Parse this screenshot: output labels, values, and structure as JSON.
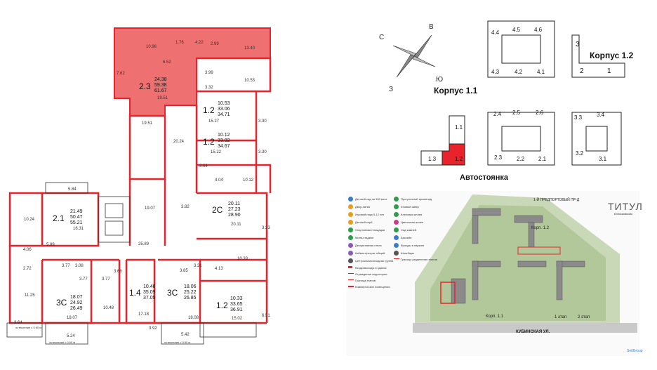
{
  "compass": {
    "n": "С",
    "e": "В",
    "s": "Ю",
    "w": "З"
  },
  "corpus_11": {
    "title": "Корпус 1.1",
    "sections": [
      "4.4",
      "4.5",
      "4.6",
      "4.3",
      "4.2",
      "4.1"
    ]
  },
  "corpus_12": {
    "title": "Корпус 1.2",
    "sections": [
      "3",
      "2",
      "1"
    ]
  },
  "parking": {
    "title": "Автостоянка",
    "sections": [
      "1.1",
      "1.3",
      "1.2"
    ]
  },
  "blocks_mid": {
    "sections": [
      "2.4",
      "2.5",
      "2.6",
      "2.3",
      "2.2",
      "2.1"
    ]
  },
  "blocks_right": {
    "sections": [
      "3.3",
      "3.4",
      "3.2",
      "3.1"
    ]
  },
  "apartments": [
    {
      "type": "2.3",
      "areas": [
        "24.38",
        "59.38",
        "61.67"
      ]
    },
    {
      "type": "1.2",
      "areas": [
        "10.53",
        "33.06",
        "34.71"
      ]
    },
    {
      "type": "1.2",
      "areas": [
        "10.12",
        "33.02",
        "34.67"
      ]
    },
    {
      "type": "2.1",
      "areas": [
        "21.49",
        "50.47",
        "55.21"
      ]
    },
    {
      "type": "2С",
      "areas": [
        "20.11",
        "27.23",
        "28.90"
      ]
    },
    {
      "type": "3С",
      "areas": [
        "18.07",
        "24.92",
        "26.49"
      ]
    },
    {
      "type": "1.4",
      "areas": [
        "10.48",
        "35.09",
        "37.05"
      ]
    },
    {
      "type": "3С",
      "areas": [
        "18.06",
        "25.22",
        "26.85"
      ]
    },
    {
      "type": "1.2",
      "areas": [
        "10.33",
        "33.65",
        "36.91"
      ]
    }
  ],
  "rooms": [
    "10.96",
    "1.76",
    "4.22",
    "2.99",
    "13.40",
    "7.62",
    "6.52",
    "3.99",
    "10.53",
    "19.51",
    "3.32",
    "15.27",
    "19.51",
    "20.24",
    "3.30",
    "15.22",
    "3.30",
    "3.64",
    "4.04",
    "10.12",
    "5.84",
    "10.24",
    "16.31",
    "3.82",
    "20.11",
    "19.07",
    "3.33",
    "4.06",
    "5.89",
    "25.89",
    "2.72",
    "3.77",
    "3.08",
    "3.66",
    "3.85",
    "3.31",
    "4.13",
    "10.33",
    "11.25",
    "3.77",
    "3.77",
    "17.18",
    "18.07",
    "10.48",
    "18.08",
    "15.02",
    "3.92",
    "3.64",
    "5.24",
    "5.42",
    "6.51"
  ],
  "balcony_notes": [
    "остекление с 0.60 м",
    "остекление с 0.60 м",
    "остекление с 0.60 м"
  ],
  "legend": [
    "Детский сад на 150 мест",
    "Двор-патио",
    "Игровой парк 5-12 лет",
    "Детский клуб",
    "Спортивная площадка",
    "Мини-стадион",
    "Декоративная стела",
    "Кабинет/ретрит общий",
    "Центральная входная группа",
    "Входы/выходы в здания",
    "Ограждение территории",
    "Граница этапов",
    "Коммерческие помещения",
    "Прогулочный променад",
    "Еловый сквер",
    "Кленовая аллея",
    "Цветочная аллея",
    "Сад камней",
    "Бассейн",
    "Выезды в паркинг",
    "Шлагбаум",
    "Граница разделения этапов"
  ],
  "map": {
    "street": "КУБИНСКАЯ УЛ.",
    "passage": "1-Й ПРЕДПОРТОВЫЙ ПР-Д",
    "korp11": "Корп. 1.1",
    "korp12": "Корп. 1.2",
    "stage1": "1 этап",
    "stage2": "2 этап",
    "brand": "ТИТУЛ",
    "brand_sub": "в Московском",
    "dev": "SetlGroup"
  },
  "colors": {
    "red": "#e8232b",
    "red_fill": "#f07575",
    "wall": "#e8232b"
  }
}
